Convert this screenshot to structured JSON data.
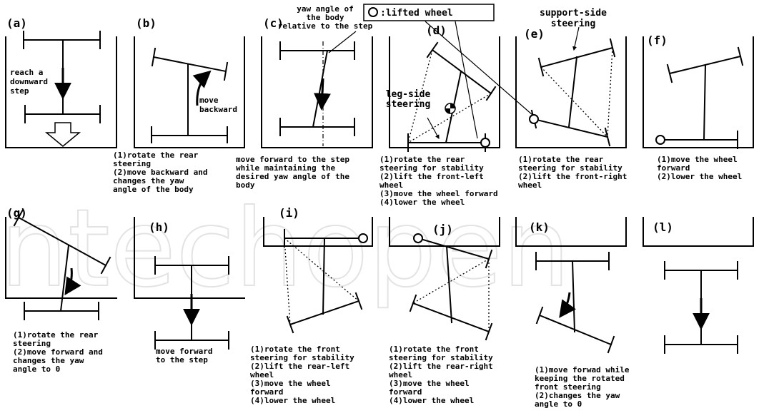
{
  "watermark": "ntechopen",
  "legend": {
    "text": ":lifted wheel"
  },
  "annotations": {
    "yaw_angle": [
      "yaw angle of",
      "the body",
      "relative to the step"
    ],
    "support_side": [
      "support-side",
      "steering"
    ],
    "leg_side": [
      "leg-side",
      "steering"
    ],
    "reach_step": [
      "reach a",
      "downward",
      "step"
    ],
    "move_backward": [
      "move",
      "backward"
    ]
  },
  "panels": [
    {
      "label": "(a)",
      "caption": []
    },
    {
      "label": "(b)",
      "caption": [
        "(1)rotate the rear",
        "steering",
        "(2)move backward and",
        "changes the yaw",
        "angle of the body"
      ]
    },
    {
      "label": "(c)",
      "caption": [
        "move forward to the step",
        "while maintaining the",
        "desired yaw angle of the",
        "body"
      ]
    },
    {
      "label": "(d)",
      "caption": [
        "(1)rotate the rear",
        "steering for stability",
        "(2)lift the front-left",
        "wheel",
        "(3)move the wheel forward",
        "(4)lower the wheel"
      ]
    },
    {
      "label": "(e)",
      "caption": [
        "(1)rotate the rear",
        "steering for stability",
        "(2)lift the front-right",
        "wheel"
      ]
    },
    {
      "label": "(f)",
      "caption": [
        "(1)move the wheel",
        "forward",
        "(2)lower the wheel"
      ]
    },
    {
      "label": "(g)",
      "caption": [
        "(1)rotate the rear",
        "steering",
        "(2)move forward and",
        "changes the yaw",
        "angle to 0"
      ]
    },
    {
      "label": "(h)",
      "caption": [
        "move forward",
        "to the step"
      ]
    },
    {
      "label": "(i)",
      "caption": [
        "(1)rotate the front",
        "steering for stability",
        "(2)lift the rear-left",
        "wheel",
        "(3)move the wheel",
        "forward",
        "(4)lower the wheel"
      ]
    },
    {
      "label": "(j)",
      "caption": [
        "(1)rotate the front",
        "steering for stability",
        "(2)lift the rear-right",
        "wheel",
        "(3)move the wheel",
        "forward",
        "(4)lower the wheel"
      ]
    },
    {
      "label": "(k)",
      "caption": [
        "(1)move forwad while",
        "keeping the rotated",
        "front steering",
        "(2)changes the yaw",
        "angle to 0"
      ]
    },
    {
      "label": "(l)",
      "caption": []
    }
  ]
}
